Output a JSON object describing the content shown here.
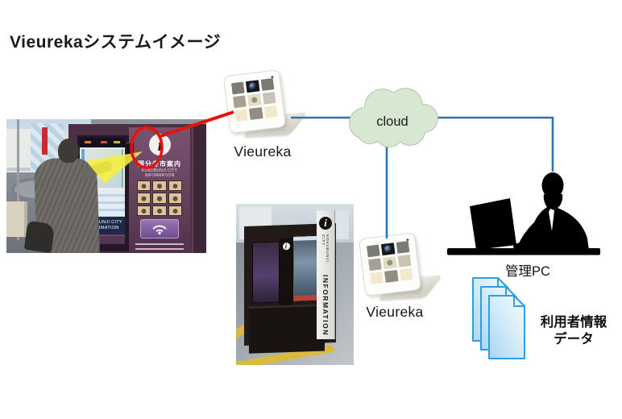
{
  "title": "Vieurekaシステムイメージ",
  "cloud": {
    "label": "cloud"
  },
  "camera1": {
    "label": "Vieureka"
  },
  "camera2": {
    "label": "Vieureka"
  },
  "admin_pc": {
    "label": "管理PC"
  },
  "user_data": {
    "line1": "利用者情報",
    "line2": "データ"
  },
  "kiosk_photo_left": {
    "info_icon": "i",
    "sign_title": "国分寺市案内",
    "sign_sub_line1": "KOKUBUNJI CITY",
    "sign_sub_line2": "INFORMATION",
    "screen_caption_line1": "KOKUBUNJI CITY",
    "screen_caption_line2": "INFORMATION"
  },
  "kiosk_photo_center": {
    "info_icon": "i",
    "side_small_text": "KOKUBUNJI CITY",
    "side_large_text": "INFORMATION"
  },
  "colors": {
    "connector_blue": "#2e74b5",
    "highlight_red": "#e8120b",
    "cloud_fill": "#d7e7d1",
    "cloud_stroke": "#a9c2a5",
    "doc_border": "#2f9ee0"
  }
}
